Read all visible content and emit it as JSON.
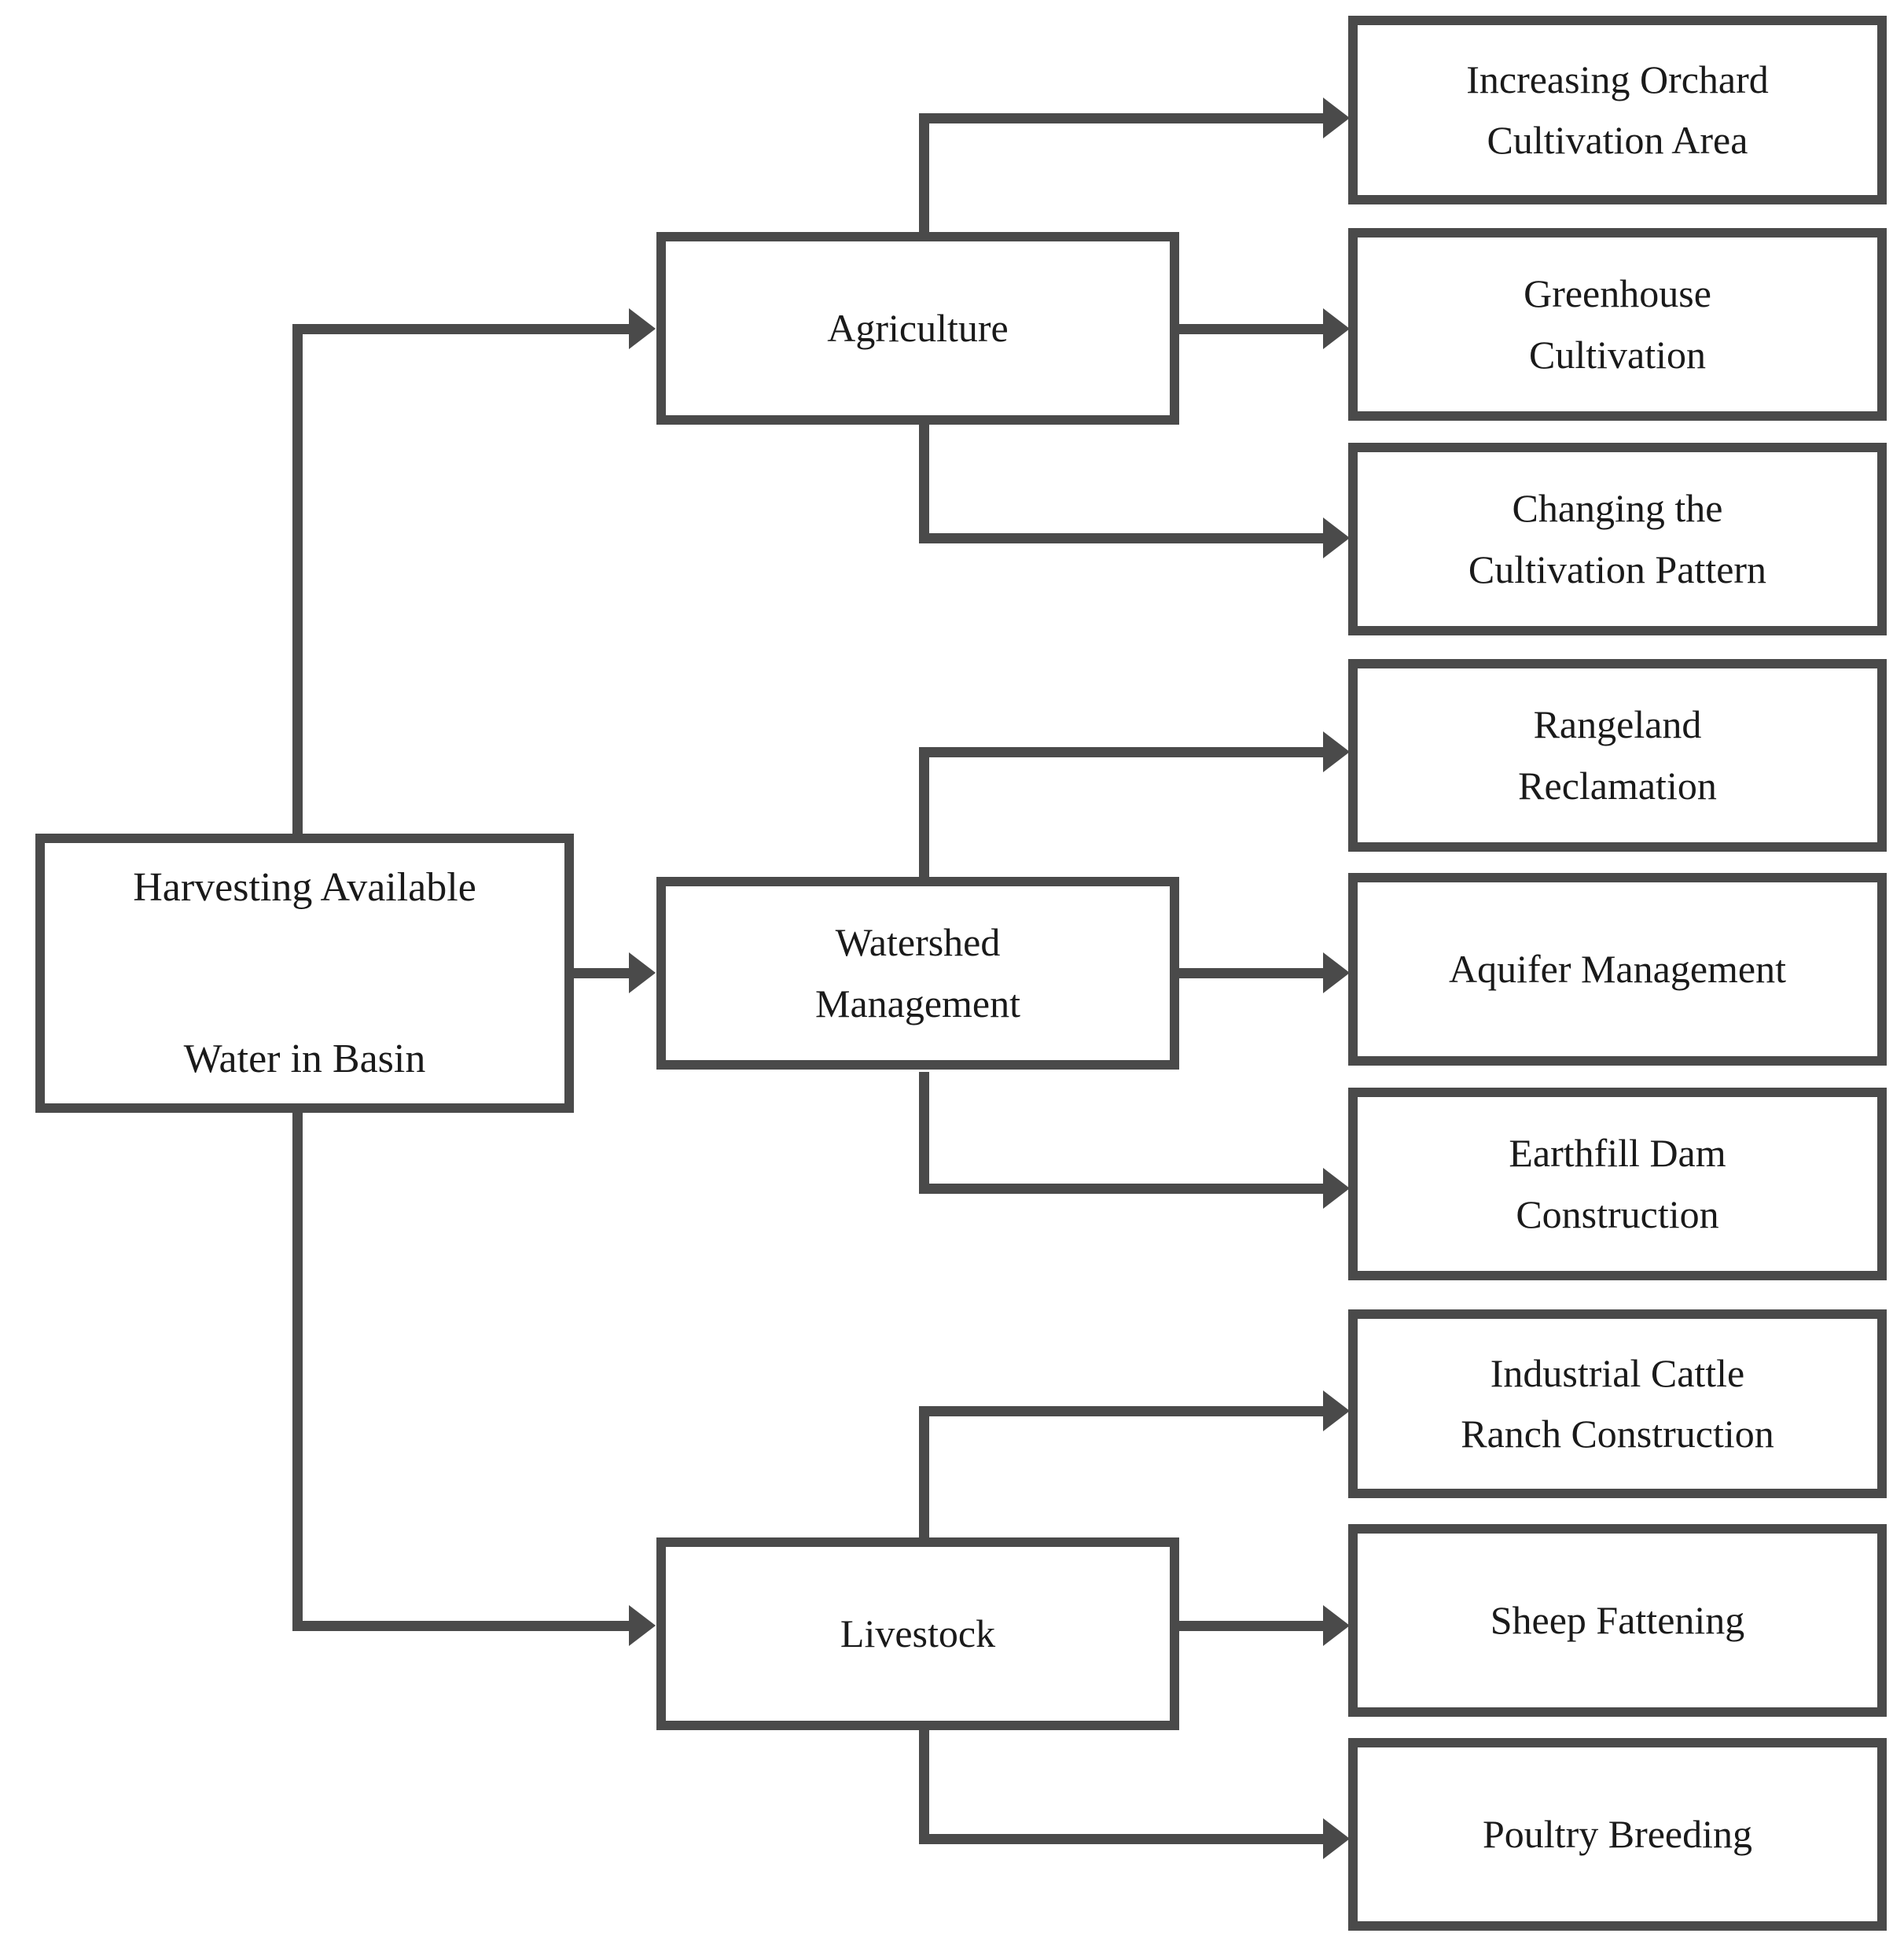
{
  "diagram": {
    "type": "flowchart",
    "orientation": "left-to-right hierarchy",
    "root": {
      "label": "Harvesting Available\n\nWater in Basin"
    },
    "branches": [
      {
        "label": "Agriculture",
        "children": [
          {
            "label": "Increasing Orchard\nCultivation Area"
          },
          {
            "label": "Greenhouse\nCultivation"
          },
          {
            "label": "Changing the\nCultivation Pattern"
          }
        ]
      },
      {
        "label": "Watershed\nManagement",
        "children": [
          {
            "label": "Rangeland\nReclamation"
          },
          {
            "label": "Aquifer Management"
          },
          {
            "label": "Earthfill Dam\nConstruction"
          }
        ]
      },
      {
        "label": "Livestock",
        "children": [
          {
            "label": "Industrial Cattle\nRanch Construction"
          },
          {
            "label": "Sheep Fattening"
          },
          {
            "label": "Poultry Breeding"
          }
        ]
      }
    ],
    "colors": {
      "border": "#4a4a4a",
      "connector": "#4a4a4a",
      "text": "#1a1a1a",
      "background": "#ffffff"
    }
  }
}
